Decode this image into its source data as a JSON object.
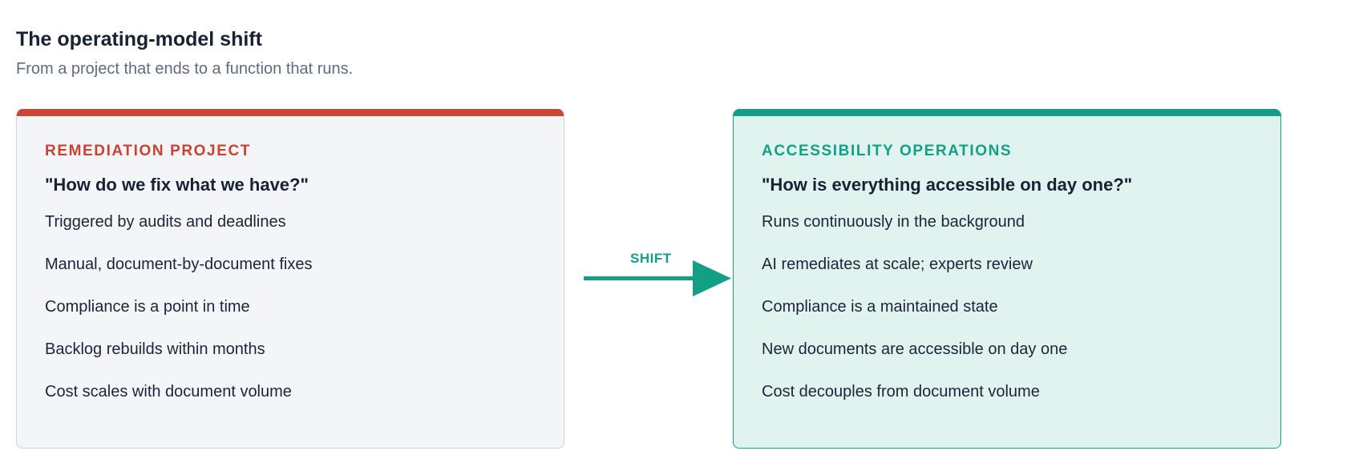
{
  "header": {
    "title": "The operating-model shift",
    "subtitle": "From a project that ends to a function that runs."
  },
  "left_card": {
    "heading": "REMEDIATION PROJECT",
    "question": "\"How do we fix what we have?\"",
    "accent_color": "#cc4433",
    "items": [
      "Triggered by audits and deadlines",
      "Manual, document-by-document fixes",
      "Compliance is a point in time",
      "Backlog rebuilds within months",
      "Cost scales with document volume"
    ]
  },
  "transition": {
    "label": "SHIFT",
    "icon": "arrow-right-icon",
    "color": "#139e86"
  },
  "right_card": {
    "heading": "ACCESSIBILITY OPERATIONS",
    "question": "\"How is everything accessible on day one?\"",
    "accent_color": "#139e86",
    "items": [
      "Runs continuously in the background",
      "AI remediates at scale; experts review",
      "Compliance is a maintained state",
      "New documents are accessible on day one",
      "Cost decouples from document volume"
    ]
  }
}
